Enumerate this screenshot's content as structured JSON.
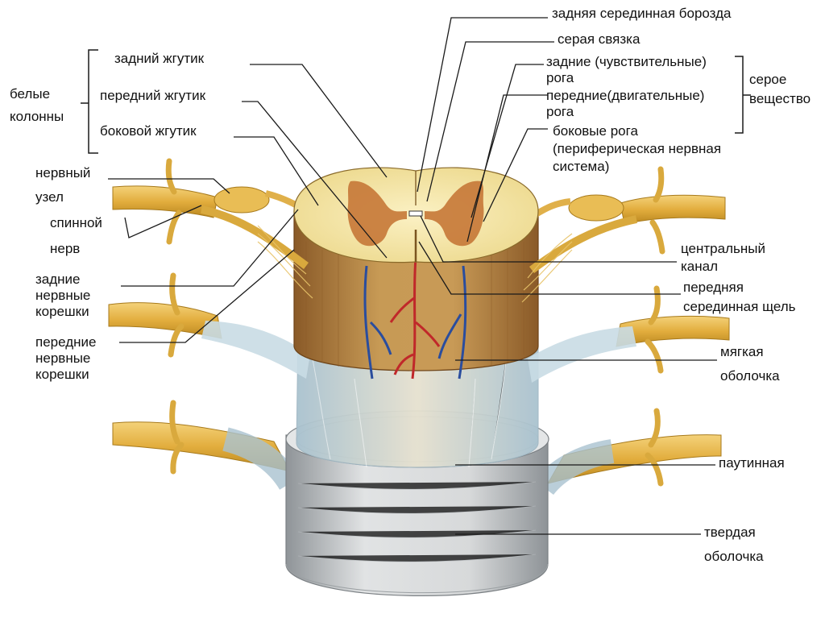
{
  "labels": {
    "white_columns": [
      "белые",
      "колонны"
    ],
    "posterior_funiculus": "задний жгутик",
    "anterior_funiculus": "передний жгутик",
    "lateral_funiculus": "боковой жгутик",
    "nerve_ganglion": [
      "нервный",
      "узел"
    ],
    "spinal_nerve": [
      "спинной",
      "нерв"
    ],
    "posterior_roots": [
      "задние",
      "нервные",
      "корешки"
    ],
    "anterior_roots": [
      "передние",
      "нервные",
      "корешки"
    ],
    "posterior_median_sulcus": "задняя серединная борозда",
    "gray_commissure": "серая связка",
    "posterior_horns": [
      "задние (чувствительные)",
      "рога"
    ],
    "anterior_horns": [
      "передние(двигательные)",
      "рога"
    ],
    "lateral_horns": [
      "боковые рога",
      "(периферическая нервная",
      "система)"
    ],
    "gray_matter": [
      "серое",
      "вещество"
    ],
    "central_canal": [
      "центральный",
      "канал"
    ],
    "anterior_median_fissure": [
      "передняя",
      "серединная щель"
    ],
    "pia_mater": [
      "мягкая",
      "оболочка"
    ],
    "arachnoid": "паутинная",
    "dura_mater": [
      "твердая",
      "оболочка"
    ]
  },
  "colors": {
    "white_matter": "#f5e6a8",
    "gray_matter": "#c77a3a",
    "cord_side": "#b9853f",
    "nerve": "#e8b84a",
    "dura": "#cfd2d4",
    "pia": "#b8d3e0",
    "artery": "#c0282a",
    "vein": "#2a4d9e"
  }
}
